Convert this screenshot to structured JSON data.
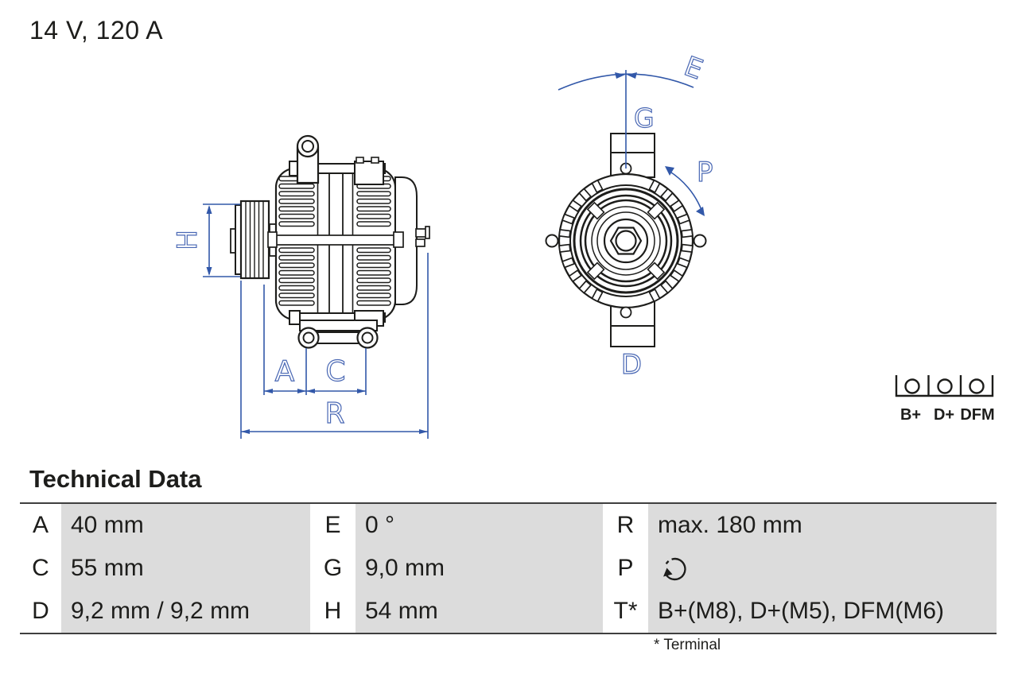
{
  "title": "14 V, 120 A",
  "drawing": {
    "dim_labels": {
      "H": "H",
      "A": "A",
      "C": "C",
      "R": "R",
      "E": "E",
      "G": "G",
      "P": "P",
      "D": "D"
    },
    "colors": {
      "line": "#1d1d1b",
      "dim_line": "#3258a9",
      "dim_label": "#4a68b4",
      "table_cell_bg": "#dcdcdc"
    }
  },
  "connector": {
    "terminals": [
      "B+",
      "D+",
      "DFM"
    ]
  },
  "technical_data": {
    "heading": "Technical Data",
    "rows": [
      {
        "cells": [
          {
            "key": "A",
            "value": "40 mm"
          },
          {
            "key": "E",
            "value": "0 °"
          },
          {
            "key": "R",
            "value": "max. 180 mm"
          }
        ]
      },
      {
        "cells": [
          {
            "key": "C",
            "value": "55 mm"
          },
          {
            "key": "G",
            "value": "9,0 mm"
          },
          {
            "key": "P",
            "value": "",
            "icon": "rotation-direction-icon"
          }
        ]
      },
      {
        "cells": [
          {
            "key": "D",
            "value": "9,2 mm / 9,2 mm"
          },
          {
            "key": "H",
            "value": "54 mm"
          },
          {
            "key": "T*",
            "value": "B+(M8), D+(M5), DFM(M6)"
          }
        ]
      }
    ],
    "footnote": "* Terminal"
  }
}
